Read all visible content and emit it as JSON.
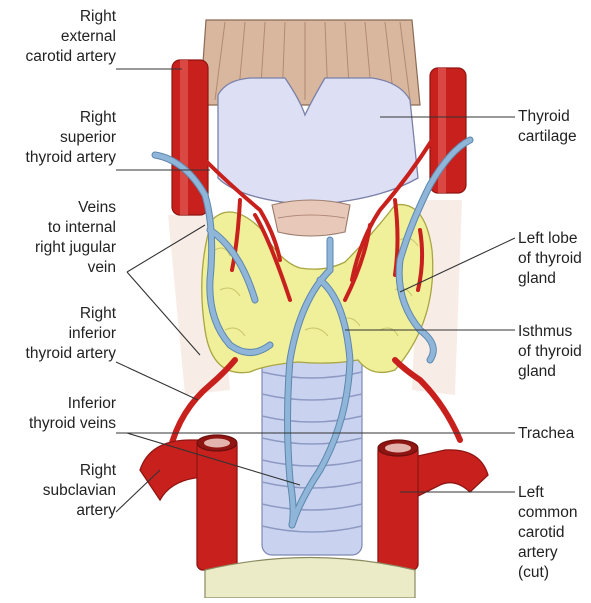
{
  "labels": {
    "right_external_carotid": [
      "Right",
      "external",
      "carotid artery"
    ],
    "right_superior_thyroid": [
      "Right",
      "superior",
      "thyroid artery"
    ],
    "veins_internal_jugular": [
      "Veins",
      "to internal",
      "right  jugular",
      "vein"
    ],
    "right_inferior_thyroid": [
      "Right",
      "inferior",
      "thyroid artery"
    ],
    "inferior_thyroid_veins": [
      "Inferior",
      "thyroid veins"
    ],
    "right_subclavian": [
      "Right",
      "subclavian",
      "artery"
    ],
    "thyroid_cartilage": [
      "Thyroid",
      "cartilage"
    ],
    "left_lobe": [
      "Left lobe",
      "of thyroid",
      "gland"
    ],
    "isthmus": [
      "Isthmus",
      "of thyroid",
      "gland"
    ],
    "trachea": [
      "Trachea"
    ],
    "left_common_carotid": [
      "Left",
      "common",
      "carotid",
      "artery",
      "(cut)"
    ]
  },
  "colors": {
    "artery": "#c8211d",
    "artery_dark": "#8f1512",
    "vein": "#8fb6d8",
    "vein_dark": "#5e87ad",
    "thyroid_gland": "#f0ef9a",
    "cartilage": "#dde0f4",
    "muscle": "#d9b79e",
    "trachea": "#c9d3ef"
  }
}
